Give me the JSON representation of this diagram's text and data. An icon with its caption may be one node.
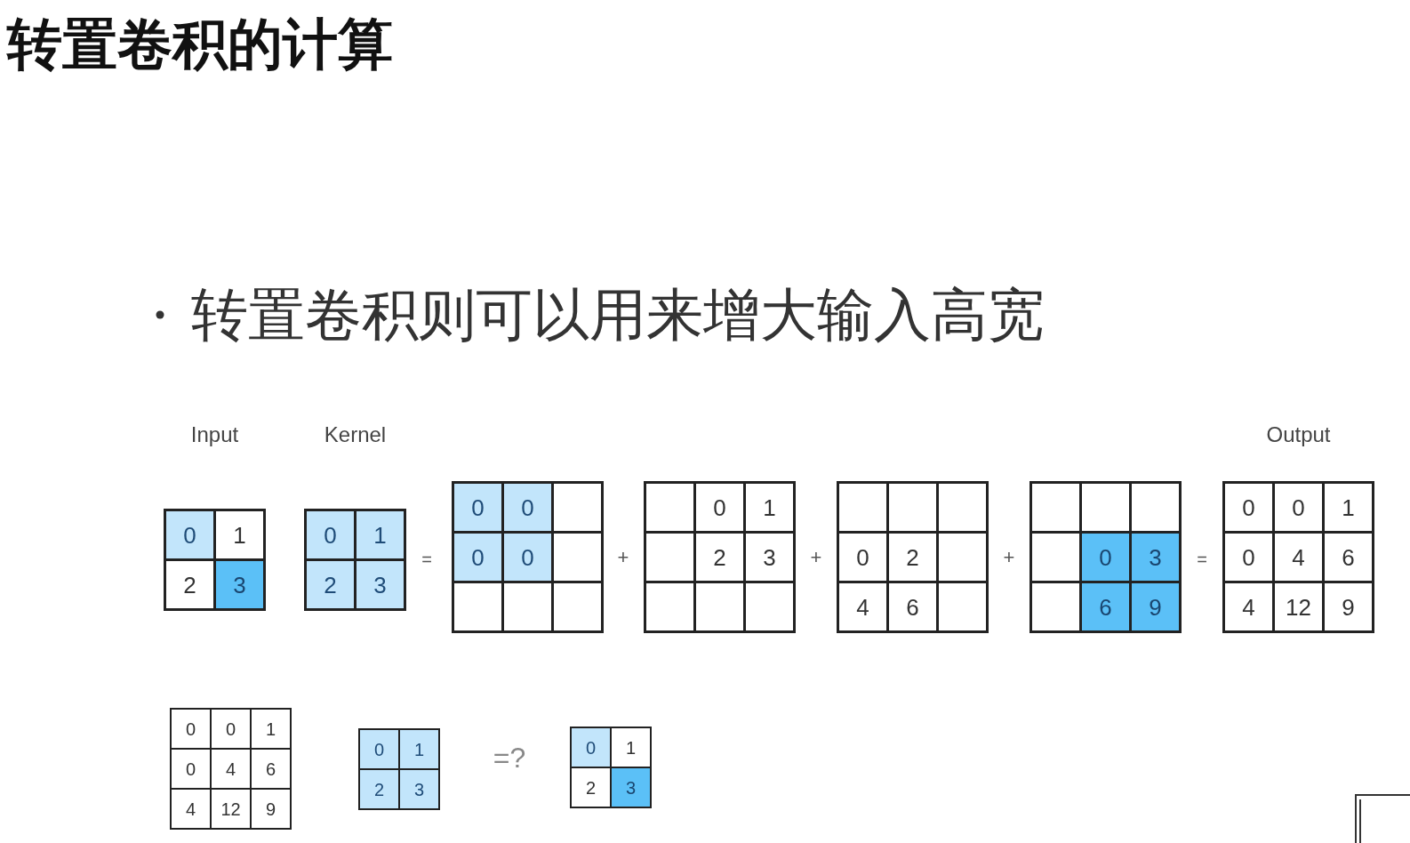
{
  "diagram": {
    "title": "转置卷积的计算",
    "nodes": [
      {
        "text": [
          "Input"
        ]
      },
      {
        "text": [
          "0"
        ],
        "in": 0
      },
      {
        "text": [
          "1"
        ],
        "in": 0
      },
      {
        "text": [
          "2"
        ],
        "in": 0
      },
      {
        "text": [
          "3"
        ],
        "in": 0
      },
      {
        "text": [
          "Kernel"
        ]
      },
      {
        "text": [
          "0"
        ],
        "in": 5
      },
      {
        "text": [
          "1"
        ],
        "in": 5
      },
      {
        "text": [
          "2"
        ],
        "in": 5
      },
      {
        "text": [
          "3"
        ],
        "in": 5
      },
      {
        "text": [],
        "shape": "box"
      },
      {
        "text": [
          "0"
        ],
        "in": 10
      },
      {
        "text": [
          "0"
        ],
        "in": 10
      },
      {
        "text": [],
        "shape": "box",
        "in": 10
      },
      {
        "text": [
          "0"
        ],
        "in": 10
      },
      {
        "text": [
          "0"
        ],
        "in": 10
      },
      {
        "text": [],
        "shape": "box",
        "in": 10
      },
      {
        "text": [],
        "shape": "box",
        "in": 10
      },
      {
        "text": [],
        "shape": "box",
        "in": 10
      },
      {
        "text": [],
        "shape": "box",
        "in": 10
      },
      {
        "text": [],
        "shape": "box"
      },
      {
        "text": [],
        "shape": "box",
        "in": 20
      },
      {
        "text": [
          "0"
        ],
        "in": 20
      },
      {
        "text": [
          "1"
        ],
        "in": 20
      },
      {
        "text": [],
        "shape": "box",
        "in": 20
      },
      {
        "text": [
          "2"
        ],
        "in": 20
      },
      {
        "text": [
          "3"
        ],
        "in": 20
      },
      {
        "text": [],
        "shape": "box",
        "in": 20
      },
      {
        "text": [],
        "shape": "box",
        "in": 20
      },
      {
        "text": [],
        "shape": "box",
        "in": 20
      },
      {
        "text": [],
        "shape": "box"
      },
      {
        "text": [],
        "shape": "box",
        "in": 30
      },
      {
        "text": [],
        "shape": "box",
        "in": 30
      },
      {
        "text": [],
        "shape": "box",
        "in": 30
      },
      {
        "text": [
          "0"
        ],
        "in": 30
      },
      {
        "text": [
          "2"
        ],
        "in": 30
      },
      {
        "text": [],
        "shape": "box",
        "in": 30
      },
      {
        "text": [
          "4"
        ],
        "in": 30
      },
      {
        "text": [
          "6"
        ],
        "in": 30
      },
      {
        "text": [],
        "shape": "box",
        "in": 30
      },
      {
        "text": [],
        "shape": "box"
      },
      {
        "text": [],
        "shape": "box",
        "in": 40
      },
      {
        "text": [],
        "shape": "box",
        "in": 40
      },
      {
        "text": [],
        "shape": "box",
        "in": 40
      },
      {
        "text": [],
        "shape": "box",
        "in": 40
      },
      {
        "text": [
          "0"
        ],
        "in": 40
      },
      {
        "text": [
          "3"
        ],
        "in": 40
      },
      {
        "text": [],
        "shape": "box",
        "in": 40
      },
      {
        "text": [
          "6"
        ],
        "in": 40
      },
      {
        "text": [
          "9"
        ],
        "in": 40
      },
      {
        "text": [
          "Output"
        ]
      },
      {
        "text": [
          "0"
        ],
        "in": 50
      },
      {
        "text": [
          "0"
        ],
        "in": 50
      },
      {
        "text": [
          "1"
        ],
        "in": 50
      },
      {
        "text": [
          "0"
        ],
        "in": 50
      },
      {
        "text": [
          "4"
        ],
        "in": 50
      },
      {
        "text": [
          "6"
        ],
        "in": 50
      },
      {
        "text": [
          "4"
        ],
        "in": 50
      },
      {
        "text": [
          "12"
        ],
        "in": 50
      },
      {
        "text": [
          "9"
        ],
        "in": 50
      },
      {
        "text": [],
        "shape": "box"
      },
      {
        "text": [
          "0"
        ],
        "in": 60
      },
      {
        "text": [
          "0"
        ],
        "in": 60
      },
      {
        "text": [
          "1"
        ],
        "in": 60
      },
      {
        "text": [
          "0"
        ],
        "in": 60
      },
      {
        "text": [
          "4"
        ],
        "in": 60
      },
      {
        "text": [
          "6"
        ],
        "in": 60
      },
      {
        "text": [
          "4"
        ],
        "in": 60
      },
      {
        "text": [
          "12"
        ],
        "in": 60
      },
      {
        "text": [
          "9"
        ],
        "in": 60
      },
      {
        "text": [],
        "shape": "box"
      },
      {
        "text": [
          "0"
        ],
        "in": 70
      },
      {
        "text": [
          "1"
        ],
        "in": 70
      },
      {
        "text": [
          "2"
        ],
        "in": 70
      },
      {
        "text": [
          "3"
        ],
        "in": 70
      },
      {
        "text": [],
        "shape": "box"
      },
      {
        "text": [
          "0"
        ],
        "in": 75
      },
      {
        "text": [
          "1"
        ],
        "in": 75
      },
      {
        "text": [
          "2"
        ],
        "in": 75
      },
      {
        "text": [
          "3"
        ],
        "in": 75
      }
    ],
    "labels": [
      "转置卷积则可以用来增大输入高宽",
      "=",
      "+",
      "+",
      "+",
      "=",
      "=?"
    ]
  }
}
